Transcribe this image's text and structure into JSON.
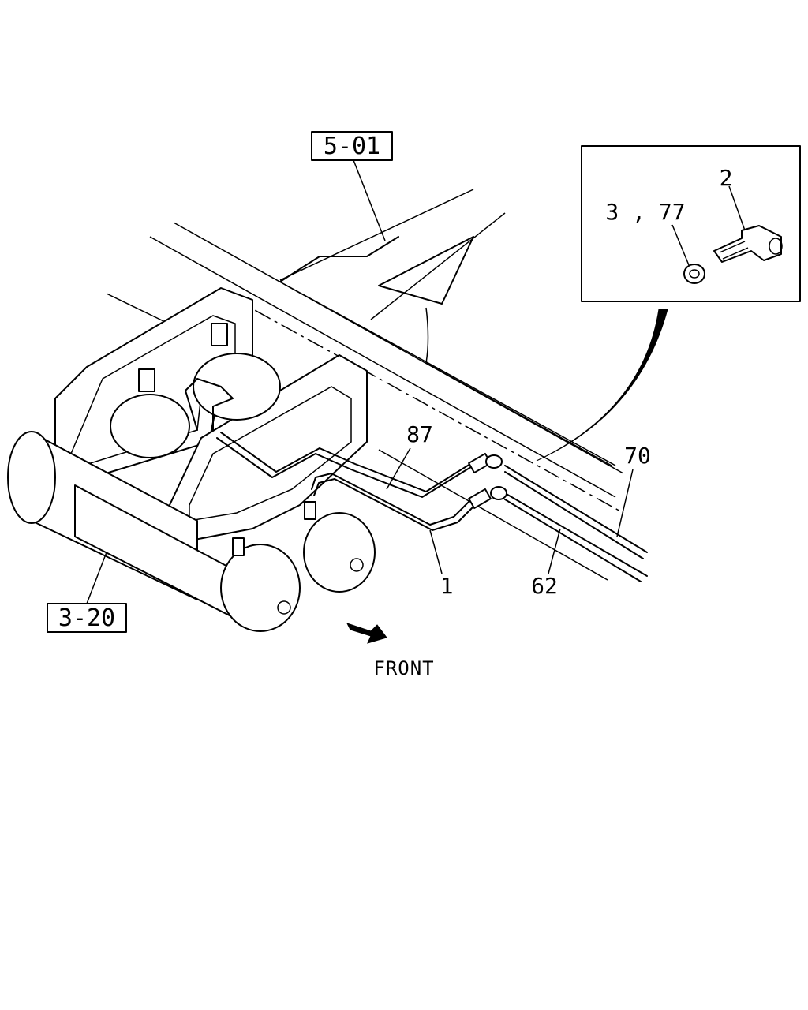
{
  "diagram": {
    "ref_labels": {
      "frame": "5-01",
      "tank": "3-20"
    },
    "part_numbers": {
      "pipe_87": "87",
      "pipe_70": "70",
      "pipe_1": "1",
      "pipe_62": "62",
      "fitting_2": "2",
      "nut_3_77": "3 , 77"
    },
    "direction_label": "FRONT"
  }
}
